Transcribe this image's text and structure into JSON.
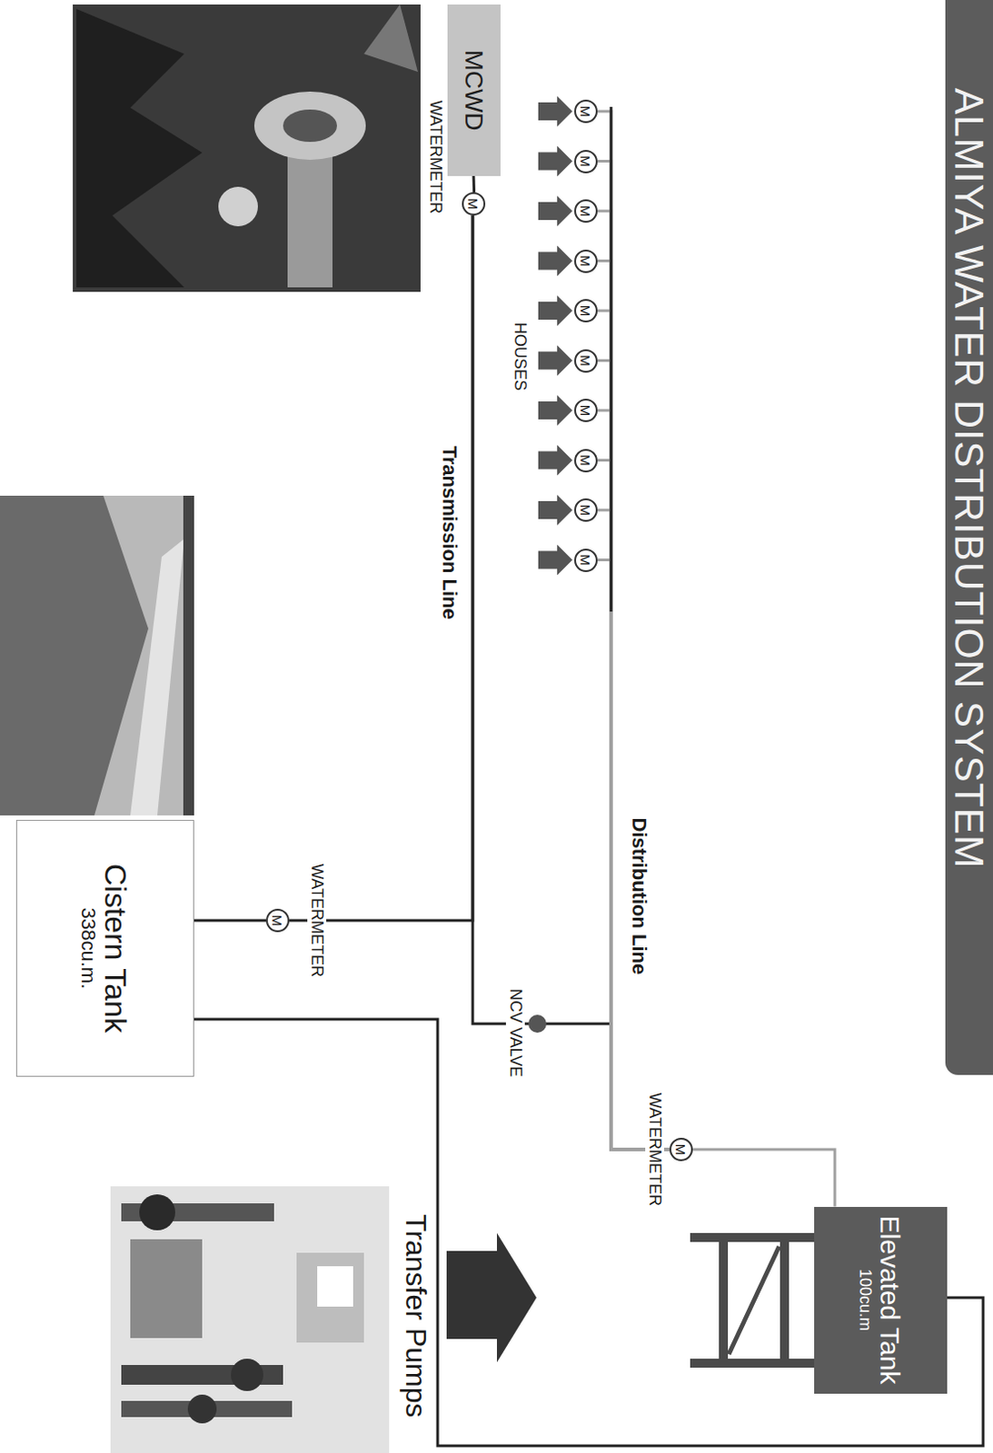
{
  "diagram": {
    "title": "ALMIYA WATER DISTRIBUTION SYSTEM",
    "nodes": [
      {
        "text": [
          "MCWD"
        ]
      },
      {
        "text": [
          "M"
        ]
      },
      {
        "text": [
          "M"
        ]
      },
      {
        "text": [
          "M"
        ]
      },
      {
        "text": [
          "M"
        ]
      },
      {
        "text": [
          "M"
        ]
      },
      {
        "text": [
          "M"
        ]
      },
      {
        "text": [
          "M"
        ]
      },
      {
        "text": [
          "M"
        ]
      },
      {
        "text": [
          "M"
        ]
      },
      {
        "text": [
          "M"
        ]
      },
      {
        "text": [
          "M"
        ]
      },
      {
        "text": [
          "M"
        ]
      },
      {
        "text": [
          "M"
        ]
      },
      {
        "text": [
          "Cistern Tank",
          "338cu.m."
        ]
      },
      {
        "text": [
          "Elevated Tank",
          "100cu.m"
        ]
      }
    ],
    "edges": [
      {
        "from": 0,
        "to": 1,
        "arrow": "none"
      },
      {
        "from": 1,
        "to": 12,
        "arrow": "none"
      },
      {
        "from": 12,
        "to": 14,
        "arrow": "none"
      },
      {
        "from": 1,
        "to": 13,
        "arrow": "none"
      },
      {
        "from": 13,
        "to": 2,
        "arrow": "none"
      },
      {
        "from": 13,
        "to": 3,
        "arrow": "none"
      },
      {
        "from": 13,
        "to": 4,
        "arrow": "none"
      },
      {
        "from": 13,
        "to": 5,
        "arrow": "none"
      },
      {
        "from": 13,
        "to": 6,
        "arrow": "none"
      },
      {
        "from": 13,
        "to": 7,
        "arrow": "none"
      },
      {
        "from": 13,
        "to": 8,
        "arrow": "none"
      },
      {
        "from": 13,
        "to": 9,
        "arrow": "none"
      },
      {
        "from": 13,
        "to": 10,
        "arrow": "none"
      },
      {
        "from": 13,
        "to": 11,
        "arrow": "none"
      },
      {
        "from": 13,
        "to": 15,
        "arrow": "none"
      },
      {
        "from": 14,
        "to": 15,
        "arrow": "none"
      }
    ],
    "labels": [
      "WATERMETER",
      "HOUSES",
      "Transmission Line",
      "Distribution Line",
      "NCV VALVE",
      "WATERMETER",
      "WATERMETER",
      "Transfer Pumps"
    ]
  }
}
